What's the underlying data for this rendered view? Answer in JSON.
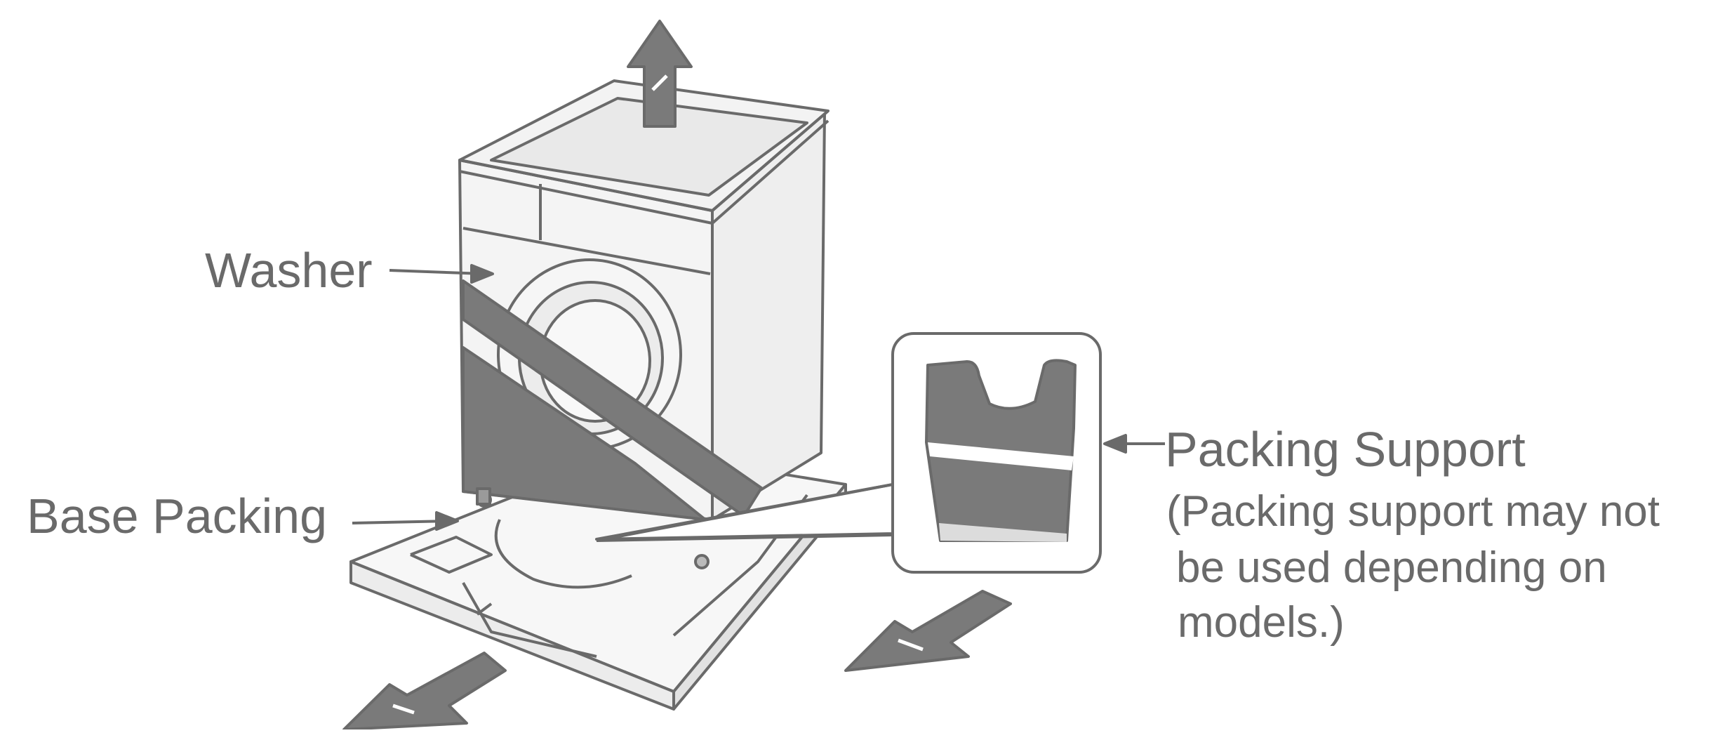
{
  "labels": {
    "washer": "Washer",
    "base_packing": "Base Packing",
    "packing_support": "Packing Support",
    "note_lines": [
      "(Packing support may not",
      "be used depending on",
      "models.)"
    ]
  },
  "colors": {
    "line": "#6a6a6a",
    "dark_fill": "#7a7a7a",
    "light_fill": "#f6f6f6",
    "mid_fill": "#eeeeee"
  },
  "icons": [
    "up-arrow-icon",
    "down-left-arrow-icon",
    "callout-arrow-icon"
  ]
}
